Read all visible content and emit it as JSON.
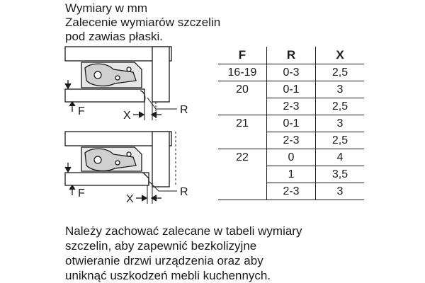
{
  "header": {
    "line1": "Wymiary w mm",
    "line2": "Zalecenie wymiarów szczelin",
    "line3": "pod zawias płaski."
  },
  "diagram": {
    "labels": {
      "f": "F",
      "x": "X",
      "r": "R"
    }
  },
  "table": {
    "headers": [
      "F",
      "R",
      "X"
    ],
    "rows": [
      {
        "f": "16-19",
        "r": "0-3",
        "x": "2,5"
      },
      {
        "f": "20",
        "r": "0-1",
        "x": "3"
      },
      {
        "f": "",
        "r": "2-3",
        "x": "2,5"
      },
      {
        "f": "21",
        "r": "0-1",
        "x": "3"
      },
      {
        "f": "",
        "r": "2-3",
        "x": "2,5"
      },
      {
        "f": "22",
        "r": "0",
        "x": "4"
      },
      {
        "f": "",
        "r": "1",
        "x": "3,5"
      },
      {
        "f": "",
        "r": "2-3",
        "x": "3"
      }
    ]
  },
  "note": {
    "line1": "Należy zachować zalecane w tabeli wymiary",
    "line2": "szczelin, aby zapewnić bezkolizyjne",
    "line3": "otwieranie drzwi urządzenia oraz aby",
    "line4": "uniknąć uszkodzeń mebli kuchennych."
  }
}
